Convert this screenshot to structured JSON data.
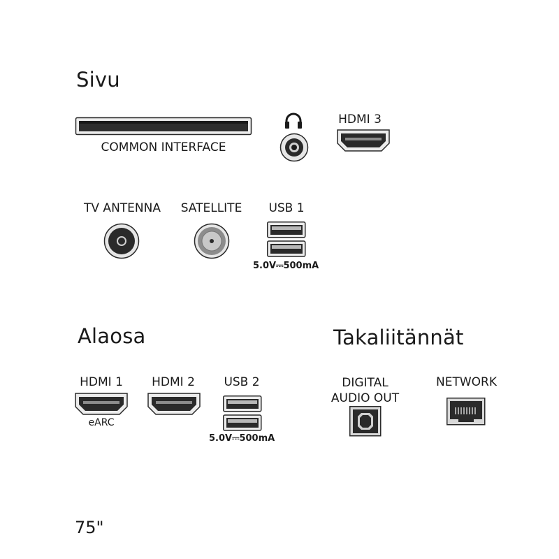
{
  "sections": {
    "side": "Sivu",
    "bottom": "Alaosa",
    "back": "Takaliitännät"
  },
  "ports": {
    "common_interface": "COMMON INTERFACE",
    "hdmi3": "HDMI 3",
    "tv_antenna": "TV ANTENNA",
    "satellite": "SATELLITE",
    "usb1": "USB 1",
    "usb1_rating": "5.0V⎓500mA",
    "hdmi1": "HDMI 1",
    "hdmi1_sub": "eARC",
    "hdmi2": "HDMI 2",
    "usb2": "USB 2",
    "usb2_rating": "5.0V⎓500mA",
    "digital_audio_line1": "DIGITAL",
    "digital_audio_line2": "AUDIO OUT",
    "network": "NETWORK"
  },
  "icons": {
    "common_interface": "ci-slot-icon",
    "headphones": "headphones-icon",
    "headphone_jack": "headphone-jack-icon",
    "hdmi": "hdmi-port-icon",
    "antenna": "antenna-port-icon",
    "satellite": "satellite-port-icon",
    "usb": "usb-port-icon",
    "optical": "optical-port-icon",
    "ethernet": "ethernet-port-icon"
  },
  "screen_size": "75\"",
  "colors": {
    "port_dark": "#2a2a2a",
    "port_mid": "#8c8c8c",
    "port_light": "#cfcfcf"
  }
}
